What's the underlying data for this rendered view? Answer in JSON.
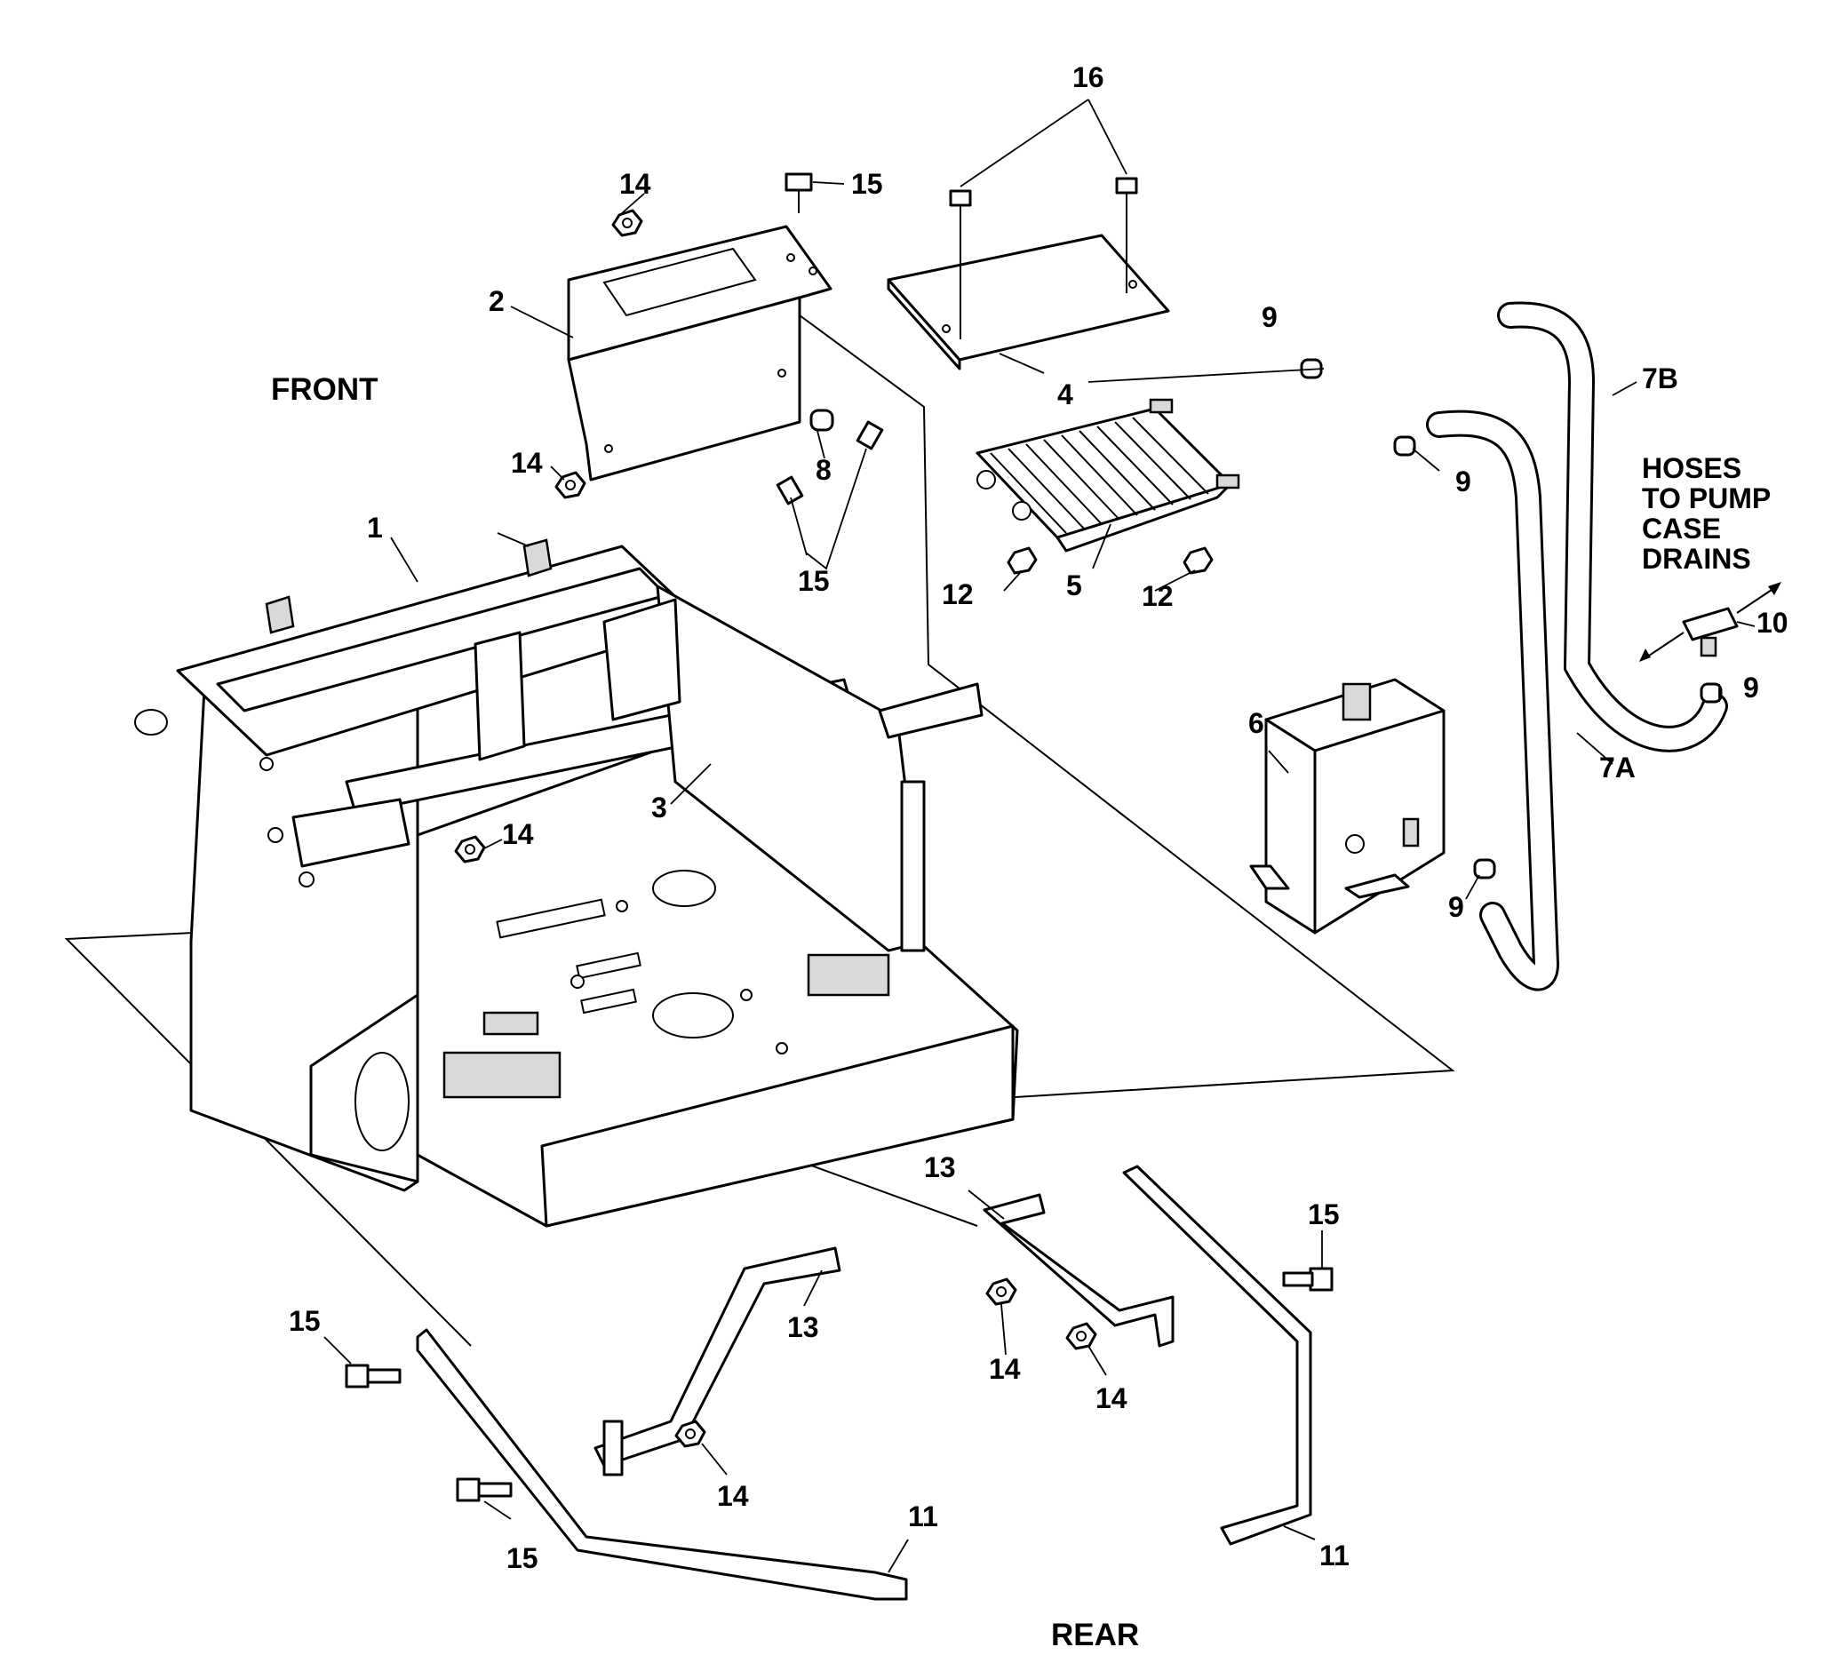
{
  "labels": {
    "front": "FRONT",
    "rear": "REAR",
    "hoses_note": [
      "HOSES",
      "TO PUMP",
      "CASE",
      "DRAINS"
    ]
  },
  "callouts": {
    "p1": "1",
    "p2": "2",
    "p3": "3",
    "p4": "4",
    "p5": "5",
    "p6": "6",
    "p7a": "7A",
    "p7b": "7B",
    "p8": "8",
    "p9a": "9",
    "p9b": "9",
    "p9c": "9",
    "p9d": "9",
    "p10": "10",
    "p11a": "11",
    "p11b": "11",
    "p12a": "12",
    "p12b": "12",
    "p13a": "13",
    "p13b": "13",
    "p14a": "14",
    "p14b": "14",
    "p14c": "14",
    "p14d": "14",
    "p14e": "14",
    "p14f": "14",
    "p15a": "15",
    "p15b": "15",
    "p15c": "15",
    "p15d": "15",
    "p15e": "15",
    "p16": "16"
  }
}
